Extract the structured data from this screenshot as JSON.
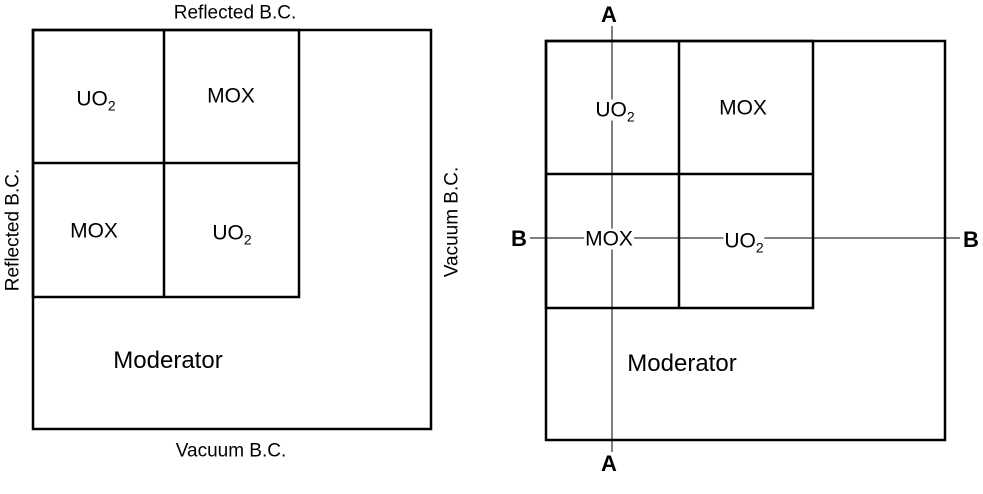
{
  "left_diagram": {
    "boundary_top": "Reflected B.C.",
    "boundary_left": "Reflected B.C.",
    "boundary_right": "Vacuum B.C.",
    "boundary_bottom": "Vacuum B.C.",
    "cells": [
      {
        "base": "UO",
        "sub": "2"
      },
      {
        "base": "MOX",
        "sub": ""
      },
      {
        "base": "MOX",
        "sub": ""
      },
      {
        "base": "UO",
        "sub": "2"
      }
    ],
    "moderator": "Moderator"
  },
  "right_diagram": {
    "cut_a": "A",
    "cut_b": "B",
    "cells": [
      {
        "base": "UO",
        "sub": "2"
      },
      {
        "base": "MOX",
        "sub": ""
      },
      {
        "base": "MOX",
        "sub": ""
      },
      {
        "base": "UO",
        "sub": "2"
      }
    ],
    "moderator": "Moderator"
  }
}
